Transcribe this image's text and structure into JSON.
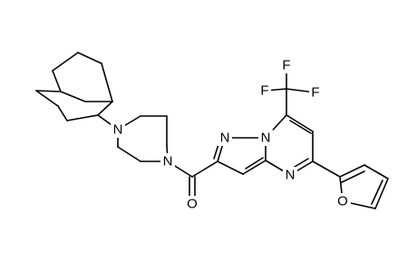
{
  "molecule": {
    "line_color": "#000000",
    "background": "#ffffff",
    "atoms": [
      {
        "id": "n_pip_a",
        "label": "N"
      },
      {
        "id": "n_pip_b",
        "label": "N"
      },
      {
        "id": "o_carbonyl",
        "label": "O"
      },
      {
        "id": "n_pz1",
        "label": "N"
      },
      {
        "id": "n_pz2",
        "label": "N"
      },
      {
        "id": "n_pym",
        "label": "N"
      },
      {
        "id": "f1",
        "label": "F"
      },
      {
        "id": "f2",
        "label": "F"
      },
      {
        "id": "f3",
        "label": "F"
      },
      {
        "id": "o_furan",
        "label": "O"
      }
    ]
  }
}
